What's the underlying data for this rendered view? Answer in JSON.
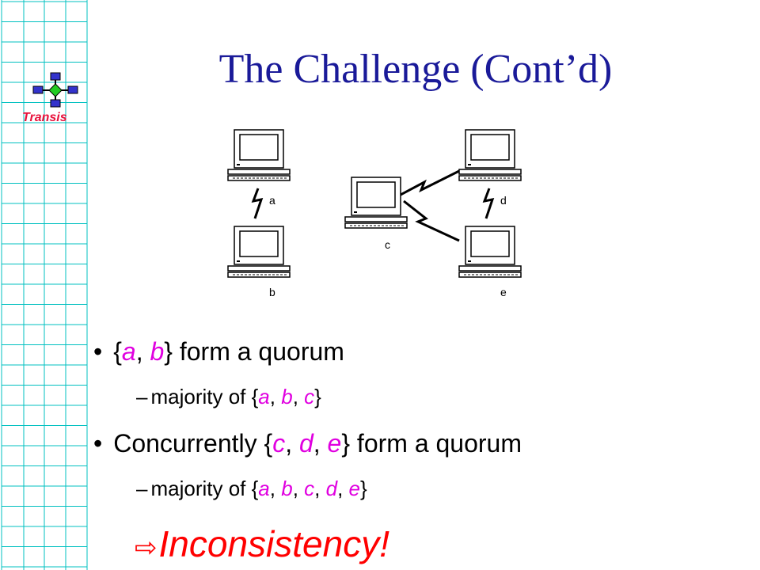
{
  "slide": {
    "title": "The Challenge (Cont’d)",
    "logo_text": "Transis"
  },
  "diagram": {
    "nodes": [
      {
        "label": "a"
      },
      {
        "label": "b"
      },
      {
        "label": "c"
      },
      {
        "label": "d"
      },
      {
        "label": "e"
      }
    ]
  },
  "bullets": [
    {
      "marker": "•",
      "parts": [
        "{",
        "a",
        ", ",
        "b",
        "} form a quorum"
      ]
    },
    {
      "marker": "–",
      "parts": [
        "majority of {",
        "a",
        ", ",
        "b",
        ", ",
        "c",
        "}"
      ]
    },
    {
      "marker": "•",
      "parts": [
        "Concurrently {",
        "c",
        ", ",
        "d",
        ", ",
        "e",
        "} form a quorum"
      ]
    },
    {
      "marker": "–",
      "parts": [
        "majority of {",
        "a",
        ", ",
        "b",
        ", ",
        "c",
        ", ",
        "d",
        ", ",
        "e",
        "}"
      ]
    }
  ],
  "conclusion": {
    "arrow": "⇨",
    "text": "Inconsistency!"
  },
  "colors": {
    "title": "#1a1a99",
    "grid": "#00c0c0",
    "variables": "#e000e0",
    "conclusion": "#ff0000",
    "logo_text": "#e8123c"
  }
}
